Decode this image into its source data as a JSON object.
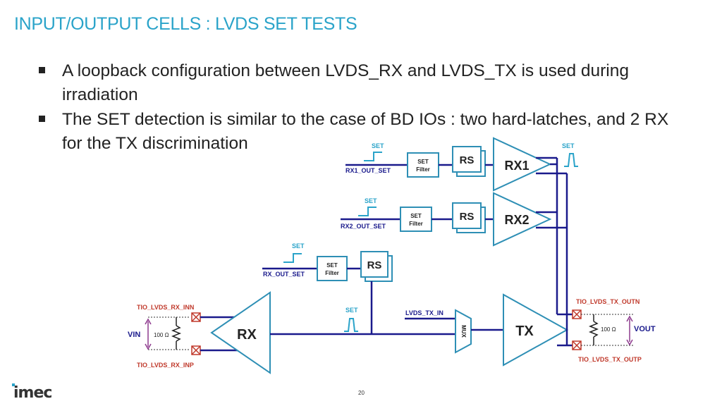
{
  "slide": {
    "title": "INPUT/OUTPUT CELLS : LVDS SET TESTS",
    "bullets": [
      "A loopback configuration between LVDS_RX and LVDS_TX is used during irradiation",
      "The SET detection is similar to the case of BD IOs : two hard-latches, and 2 RX for the TX discrimination"
    ],
    "logo": "imec",
    "page_number": "20"
  },
  "diagram": {
    "colors": {
      "wire": "#1a1a8c",
      "set_text": "#2aa3c9",
      "pin_text": "#c0392b",
      "block": "#2e8fb5",
      "vout": "#8e3a8e"
    },
    "set_label": "SET",
    "filter_label_1": "SET",
    "filter_label_2": "Filter",
    "rs_label": "RS",
    "rx1_label": "RX1",
    "rx2_label": "RX2",
    "rx_label": "RX",
    "tx_label": "TX",
    "mux_label": "MUX",
    "rx1_out_set": "RX1_OUT_SET",
    "rx2_out_set": "RX2_OUT_SET",
    "rx_out_set": "RX_OUT_SET",
    "lvds_tx_in": "LVDS_TX_IN",
    "tio_rx_inn": "TIO_LVDS_RX_INN",
    "tio_rx_inp": "TIO_LVDS_RX_INP",
    "tio_tx_outn": "TIO_LVDS_TX_OUTN",
    "tio_tx_outp": "TIO_LVDS_TX_OUTP",
    "vin": "VIN",
    "vout": "VOUT",
    "res_in": "100 Ω",
    "res_out": "100 Ω"
  }
}
